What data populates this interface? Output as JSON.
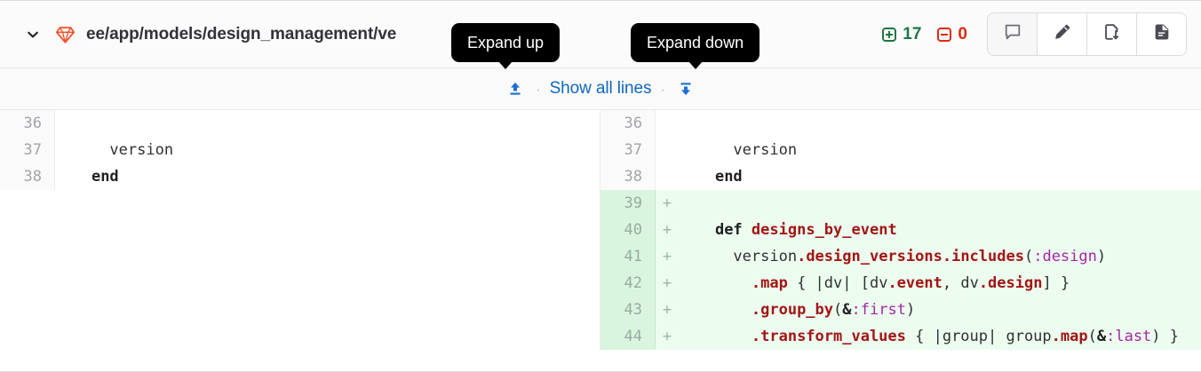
{
  "header": {
    "collapse_icon": "chevron-down-icon",
    "file_icon": "ruby-gem-icon",
    "file_path": "ee/app/models/design_management/ve",
    "additions": "17",
    "deletions": "0",
    "additions_icon": "plus-square-icon",
    "deletions_icon": "minus-square-icon",
    "actions": [
      {
        "name": "comment-button",
        "icon": "comment-icon"
      },
      {
        "name": "edit-button",
        "icon": "pencil-icon"
      },
      {
        "name": "view-changes-button",
        "icon": "file-transfer-icon"
      },
      {
        "name": "view-file-button",
        "icon": "file-document-icon"
      }
    ]
  },
  "expand": {
    "up_icon": "expand-up-icon",
    "down_icon": "expand-down-icon",
    "show_all_label": "Show all lines",
    "separator": "·"
  },
  "tooltips": {
    "expand_up": "Expand up",
    "expand_down": "Expand down"
  },
  "diff": {
    "left": [
      {
        "num": "36",
        "type": "context",
        "code": ""
      },
      {
        "num": "37",
        "type": "context",
        "code": "      version"
      },
      {
        "num": "38",
        "type": "context",
        "code": "    end",
        "bold_from": 4
      }
    ],
    "right": [
      {
        "num": "36",
        "type": "context",
        "marker": "",
        "code": ""
      },
      {
        "num": "37",
        "type": "context",
        "marker": "",
        "code": "      version"
      },
      {
        "num": "38",
        "type": "context",
        "marker": "",
        "code": "    end"
      },
      {
        "num": "39",
        "type": "added",
        "marker": "+",
        "code": ""
      },
      {
        "num": "40",
        "type": "added",
        "marker": "+",
        "code": "    def designs_by_event"
      },
      {
        "num": "41",
        "type": "added",
        "marker": "+",
        "code": "      version.design_versions.includes(:design)"
      },
      {
        "num": "42",
        "type": "added",
        "marker": "+",
        "code": "        .map { |dv| [dv.event, dv.design] }"
      },
      {
        "num": "43",
        "type": "added",
        "marker": "+",
        "code": "        .group_by(&:first)"
      },
      {
        "num": "44",
        "type": "added",
        "marker": "+",
        "code": "        .transform_values { |group| group.map(&:last) }"
      }
    ]
  },
  "colors": {
    "added_bg": "#ecfdf0",
    "added_gutter": "#d9f5e0",
    "link": "#1068bf",
    "addition_green": "#217645",
    "deletion_red": "#dd2b0e",
    "ruby_red": "#f4512c",
    "method_red": "#a31515",
    "symbol_purple": "#a626a4"
  }
}
